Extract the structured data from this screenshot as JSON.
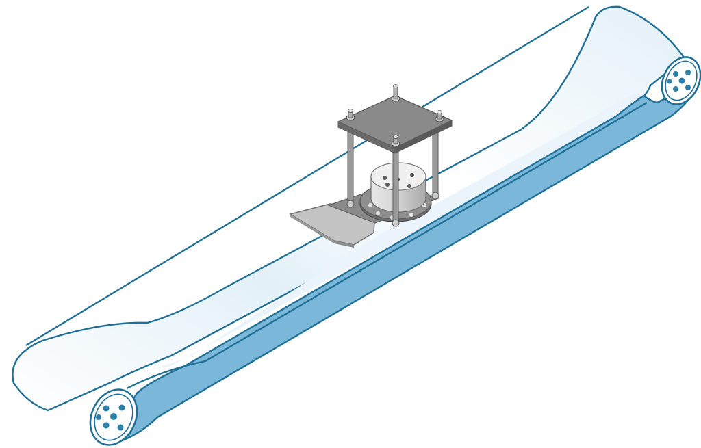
{
  "diagram": {
    "subject": "conveyor-belt-with-mounted-sensor-unit",
    "colors": {
      "outline": "#1f6f96",
      "belt_light": "#e3f0f8",
      "belt_dark": "#7ab7d8",
      "roller_fill": "#ffffff",
      "bolt_fill": "#2a7fab",
      "plate_top": "#8a8a8a",
      "plate_side": "#5e5e5e",
      "steel_light": "#cfcfcf",
      "steel_mid": "#a6a6a6",
      "steel_dark": "#6e6e6e",
      "chute": "#c4c4c4"
    },
    "components": [
      "conveyor-belt",
      "left-roller",
      "right-roller",
      "mounting-frame",
      "top-plate",
      "support-rods",
      "sensor-housing",
      "base-flange",
      "deflector-chute"
    ]
  }
}
